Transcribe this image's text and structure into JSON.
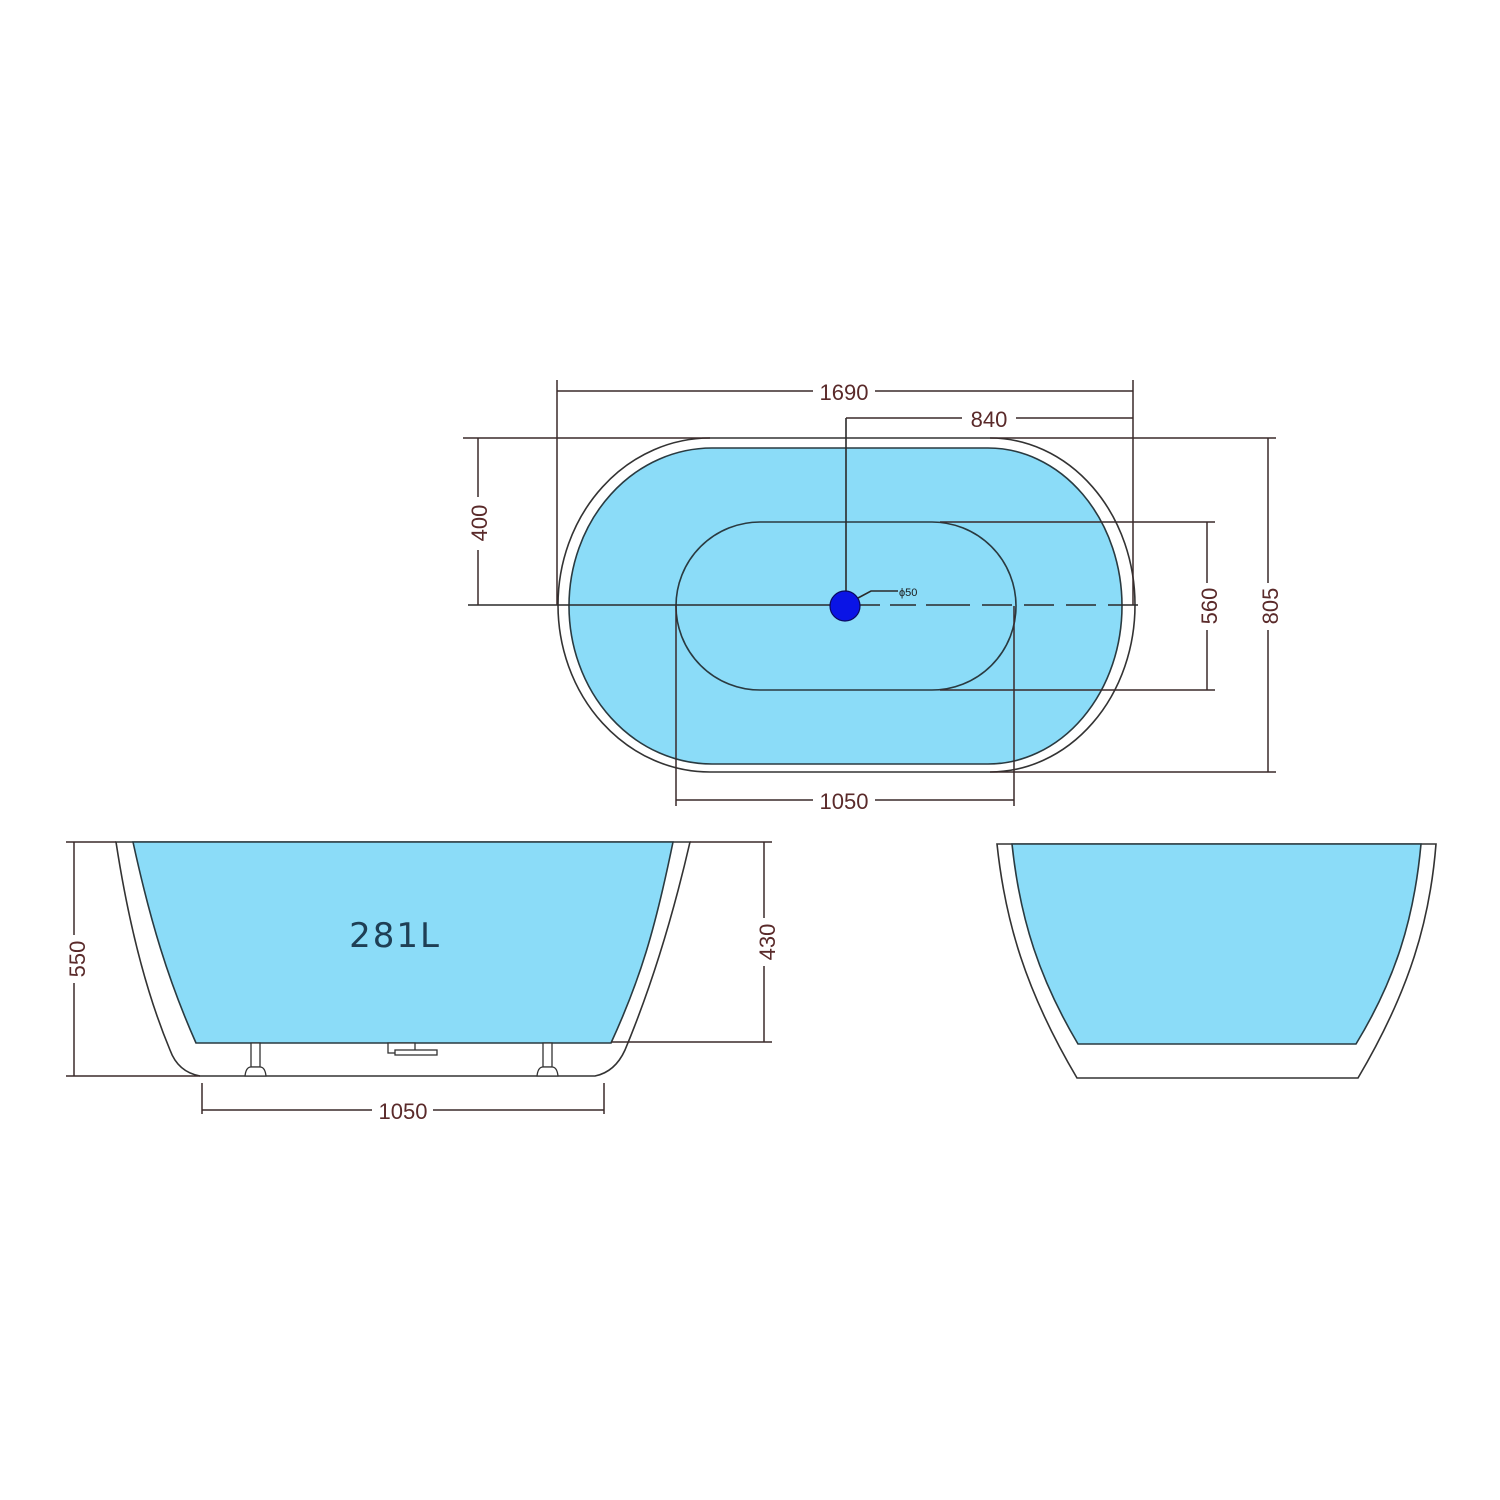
{
  "drawing": {
    "title": "Freestanding bathtub technical drawing",
    "colors": {
      "water_fill": "#8bdcf8",
      "drain": "#0a14e6",
      "line": "#2a2a2a",
      "dimension_text": "#5a2a2a",
      "background": "#ffffff"
    },
    "top_view": {
      "overall_length": "1690",
      "drain_offset_from_right": "840",
      "drain_offset_from_top": "400",
      "inner_basin_width": "560",
      "overall_width": "805",
      "inner_basin_length": "1050",
      "drain_label": "ϕ50",
      "drain_icon": "drain-circle"
    },
    "side_view": {
      "overall_height": "550",
      "inner_depth": "430",
      "base_length": "1050",
      "capacity": "281L"
    },
    "end_view": {
      "label": ""
    }
  }
}
